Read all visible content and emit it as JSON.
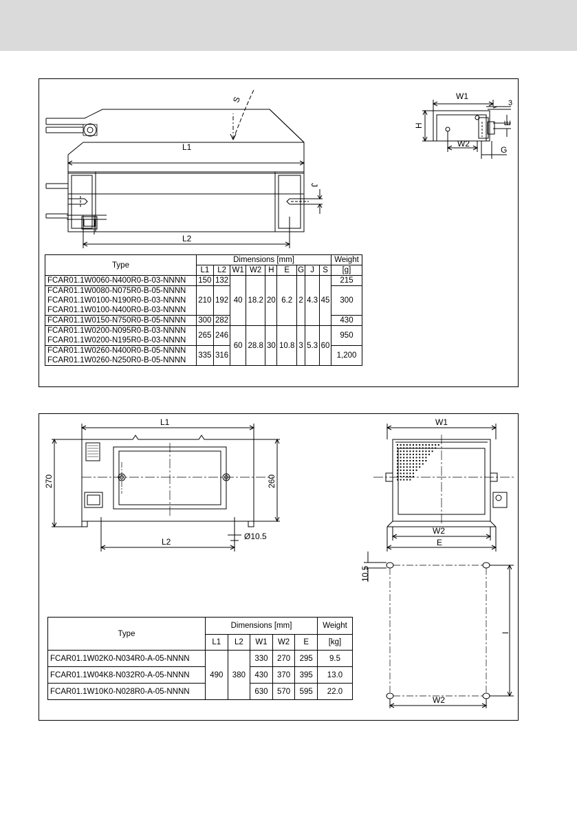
{
  "drawing1": {
    "labels": {
      "S": "S",
      "L1": "L1",
      "L2": "L2",
      "J": "J",
      "W1": "W1",
      "W2": "W2",
      "H": "H",
      "E": "E",
      "G": "G",
      "three": "3"
    }
  },
  "table1": {
    "type_header": "Type",
    "dims_header": "Dimensions [mm]",
    "weight_header": "Weight",
    "weight_unit": "[g]",
    "columns": [
      "L1",
      "L2",
      "W1",
      "W2",
      "H",
      "E",
      "G",
      "J",
      "S"
    ],
    "rows": [
      {
        "type": "FCAR01.1W0060-N400R0-B-03-NNNN",
        "L1": "150",
        "L2": "132",
        "weight": "215"
      },
      {
        "types": [
          "FCAR01.1W0080-N075R0-B-05-NNNN",
          "FCAR01.1W0100-N190R0-B-03-NNNN",
          "FCAR01.1W0100-N400R0-B-03-NNNN"
        ],
        "L1": "210",
        "L2": "192",
        "weight": "300"
      },
      {
        "type": "FCAR01.1W0150-N750R0-B-05-NNNN",
        "L1": "300",
        "L2": "282",
        "weight": "430"
      },
      {
        "types": [
          "FCAR01.1W0200-N095R0-B-03-NNNN",
          "FCAR01.1W0200-N195R0-B-03-NNNN"
        ],
        "L1": "265",
        "L2": "246",
        "weight": "950"
      },
      {
        "types": [
          "FCAR01.1W0260-N400R0-B-05-NNNN",
          "FCAR01.1W0260-N250R0-B-05-NNNN"
        ],
        "L1": "335",
        "L2": "316",
        "weight": "1,200"
      }
    ],
    "group_a": {
      "W1": "40",
      "W2": "18.2",
      "H": "20",
      "E": "6.2",
      "G": "2",
      "J": "4.3",
      "S": "45"
    },
    "group_b": {
      "W1": "60",
      "W2": "28.8",
      "H": "30",
      "E": "10.8",
      "G": "3",
      "J": "5.3",
      "S": "60"
    }
  },
  "drawing2": {
    "labels": {
      "L1": "L1",
      "L2": "L2",
      "h270": "270",
      "h260": "260",
      "d105": "Ø10.5",
      "W1": "W1",
      "W2": "W2",
      "E": "E",
      "v105": "10.5",
      "I": "I",
      "W2b": "W2"
    }
  },
  "table2": {
    "type_header": "Type",
    "dims_header": "Dimensions [mm]",
    "weight_header": "Weight",
    "weight_unit": "[kg]",
    "columns": [
      "L1",
      "L2",
      "W1",
      "W2",
      "E"
    ],
    "L1": "490",
    "L2": "380",
    "rows": [
      {
        "type": "FCAR01.1W02K0-N034R0-A-05-NNNN",
        "W1": "330",
        "W2": "270",
        "E": "295",
        "weight": "9.5"
      },
      {
        "type": "FCAR01.1W04K8-N032R0-A-05-NNNN",
        "W1": "430",
        "W2": "370",
        "E": "395",
        "weight": "13.0"
      },
      {
        "type": "FCAR01.1W10K0-N028R0-A-05-NNNN",
        "W1": "630",
        "W2": "570",
        "E": "595",
        "weight": "22.0"
      }
    ]
  }
}
